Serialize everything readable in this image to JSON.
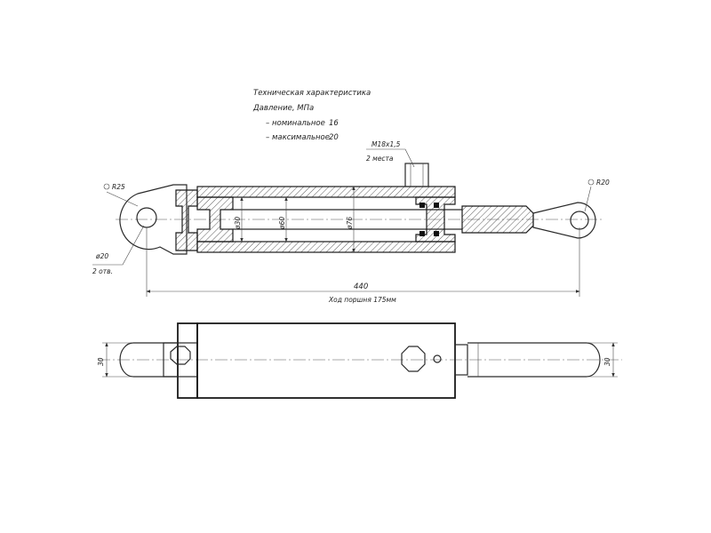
{
  "specs": {
    "title": "Техническая характеристика",
    "pressure_label": "Давление, МПа",
    "nominal_label": "– номинальное",
    "nominal_value": "16",
    "max_label": "– максимальное",
    "max_value": "20"
  },
  "labels": {
    "port_thread": "М18х1,5",
    "port_count": "2 места",
    "radius_left": "R25",
    "radius_right": "R20",
    "hole_dia": "ø20",
    "hole_count": "2 отв.",
    "rod_dia": "ø30",
    "piston_dia": "ø60",
    "bore_dia": "ø76",
    "overall_length": "440",
    "stroke": "Ход поршня 175мм",
    "width_left": "30",
    "width_right": "30"
  }
}
